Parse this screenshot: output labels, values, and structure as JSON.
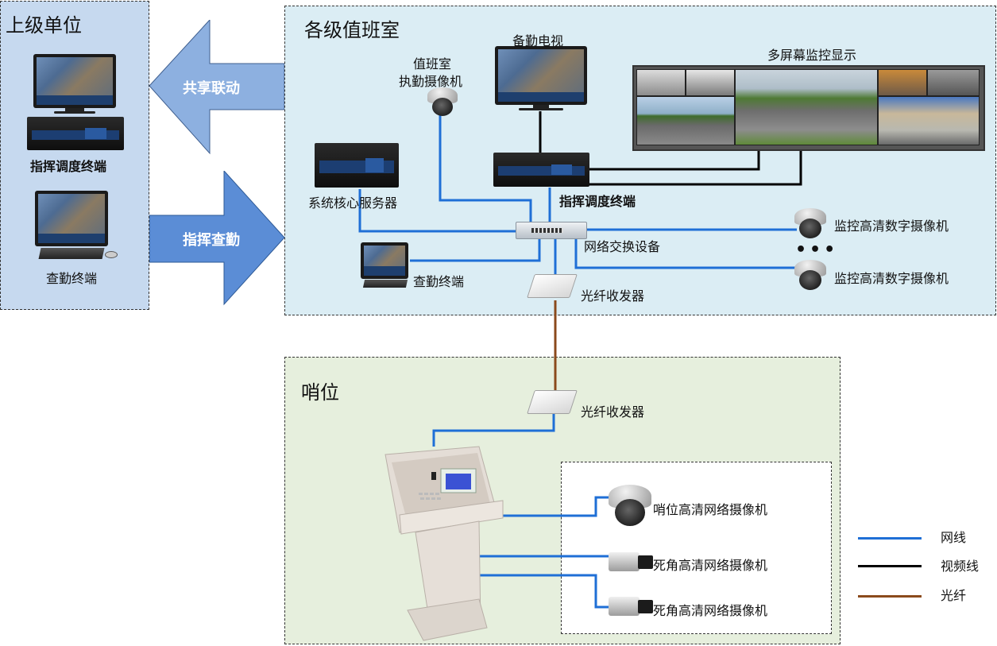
{
  "zones": {
    "upper_unit": {
      "title": "上级单位"
    },
    "duty_room": {
      "title": "各级值班室"
    },
    "sentry": {
      "title": "哨位"
    }
  },
  "upper_unit": {
    "command_terminal_label": "指挥调度终端",
    "attendance_terminal_label": "查勤终端"
  },
  "arrows": {
    "share_link": {
      "label": "共享联动",
      "direction": "left",
      "color": "#8db0e0"
    },
    "command_check": {
      "label": "指挥查勤",
      "direction": "right",
      "color": "#5b8dd6"
    }
  },
  "duty_room": {
    "duty_camera_label_line1": "值班室",
    "duty_camera_label_line2": "执勤摄像机",
    "backup_tv_label": "备勤电视",
    "video_wall_label": "多屏幕监控显示",
    "core_server_label": "系统核心服务器",
    "command_terminal_label": "指挥调度终端",
    "network_switch_label": "网络交换设备",
    "attendance_terminal_label": "查勤终端",
    "fiber_transceiver_label": "光纤收发器",
    "hd_camera_1_label": "监控高清数字摄像机",
    "ellipsis": "•••",
    "hd_camera_2_label": "监控高清数字摄像机"
  },
  "sentry": {
    "fiber_transceiver_label": "光纤收发器",
    "sentry_camera_label": "哨位高清网络摄像机",
    "blind_camera_1_label": "死角高清网络摄像机",
    "blind_camera_2_label": "死角高清网络摄像机"
  },
  "legend": {
    "items": [
      {
        "label": "网线",
        "color": "#1f6fd6"
      },
      {
        "label": "视频线",
        "color": "#000000"
      },
      {
        "label": "光纤",
        "color": "#8b4a1c"
      }
    ]
  },
  "colors": {
    "network_cable": "#1f6fd6",
    "video_cable": "#000000",
    "fiber_optic": "#8b4a1c"
  }
}
